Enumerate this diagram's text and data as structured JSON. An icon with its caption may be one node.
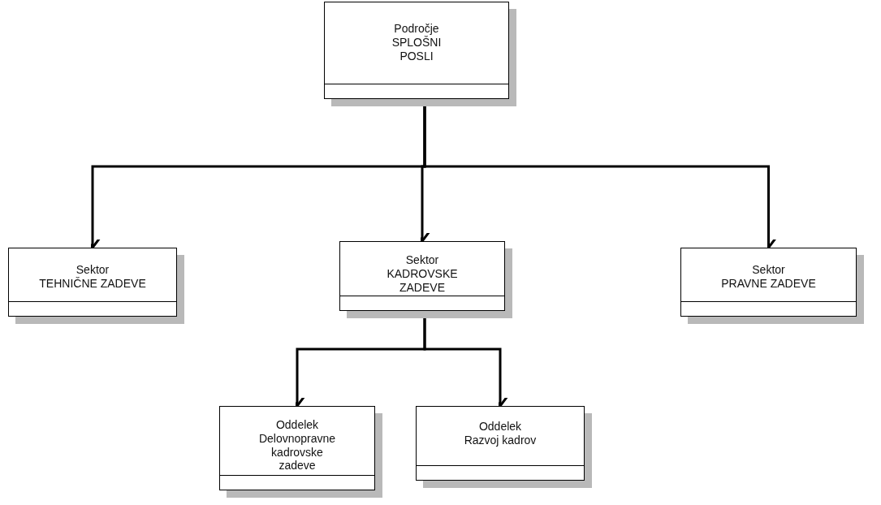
{
  "diagram": {
    "nodes": [
      {
        "text": [
          "Področje",
          "SPLOŠNI POSLI"
        ]
      },
      {
        "text": [
          "Sektor",
          "TEHNIČNE ZADEVE"
        ]
      },
      {
        "text": [
          "Sektor",
          "KADROVSKE ZADEVE"
        ]
      },
      {
        "text": [
          "Sektor",
          "PRAVNE ZADEVE"
        ]
      },
      {
        "text": [
          "Oddelek",
          "Delovnopravne kadrovske zadeve"
        ]
      },
      {
        "text": [
          "Oddelek",
          "Razvoj kadrov"
        ]
      }
    ],
    "edges": [
      {
        "from": 0,
        "to": 1,
        "arrow": "to"
      },
      {
        "from": 0,
        "to": 2,
        "arrow": "to"
      },
      {
        "from": 0,
        "to": 3,
        "arrow": "to"
      },
      {
        "from": 2,
        "to": 4,
        "arrow": "to"
      },
      {
        "from": 2,
        "to": 5,
        "arrow": "to"
      }
    ]
  }
}
